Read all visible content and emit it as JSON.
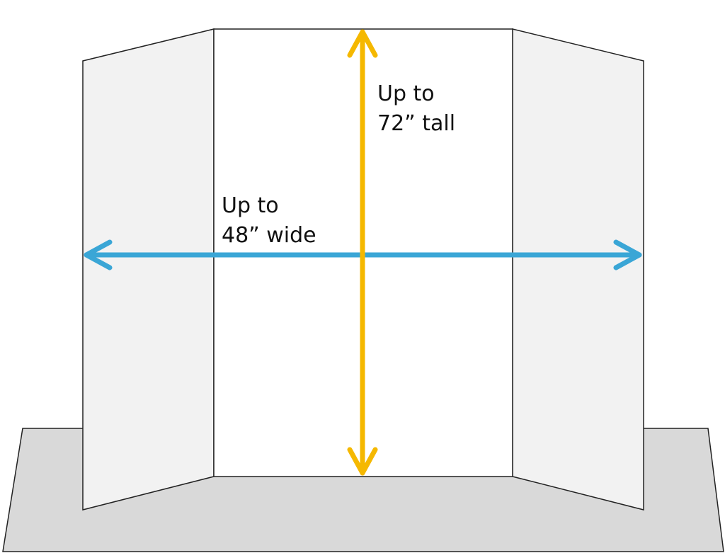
{
  "labels": {
    "height_line1": "Up to",
    "height_line2": "72” tall",
    "width_line1": "Up to",
    "width_line2": "48” wide"
  },
  "colors": {
    "height_arrow": "#F5B800",
    "width_arrow": "#3AA6D6",
    "table": "#D9D9D9",
    "center_panel": "#FFFFFF",
    "side_panels": "#F2F2F2",
    "outline": "#222222"
  }
}
